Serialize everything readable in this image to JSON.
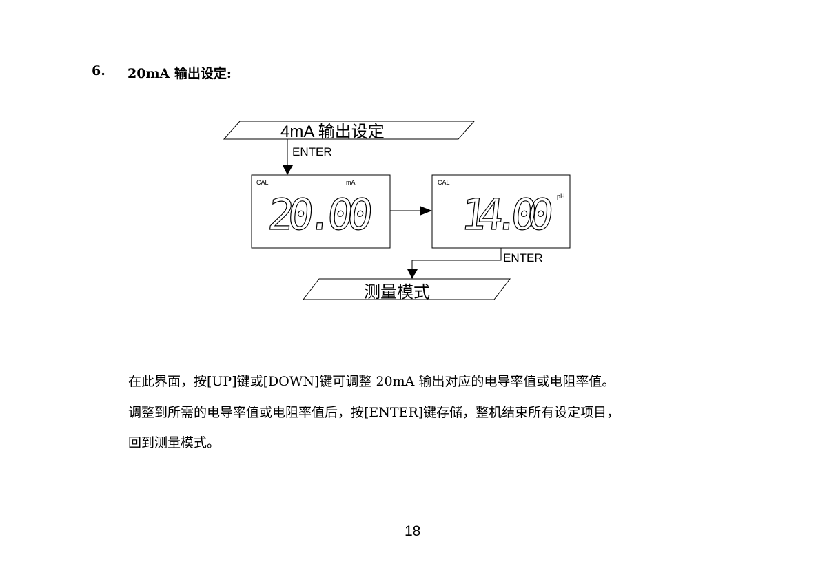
{
  "section": {
    "number": "6.",
    "title": "20mA 输出设定:"
  },
  "diagram": {
    "start_label": "4mA 输出设定",
    "enter_label_1": "ENTER",
    "display_1": {
      "mode": "CAL",
      "unit": "mA",
      "value": "20.00"
    },
    "display_2": {
      "mode": "CAL",
      "unit": "pH",
      "value": "14.00"
    },
    "enter_label_2": "ENTER",
    "end_label": "测量模式"
  },
  "paragraph": [
    "在此界面，按[UP]键或[DOWN]键可调整 20mA 输出对应的电导率值或电阻率值。",
    "调整到所需的电导率值或电阻率值后，按[ENTER]键存储，整机结束所有设定项目，",
    "回到测量模式。"
  ],
  "page_number": "18"
}
